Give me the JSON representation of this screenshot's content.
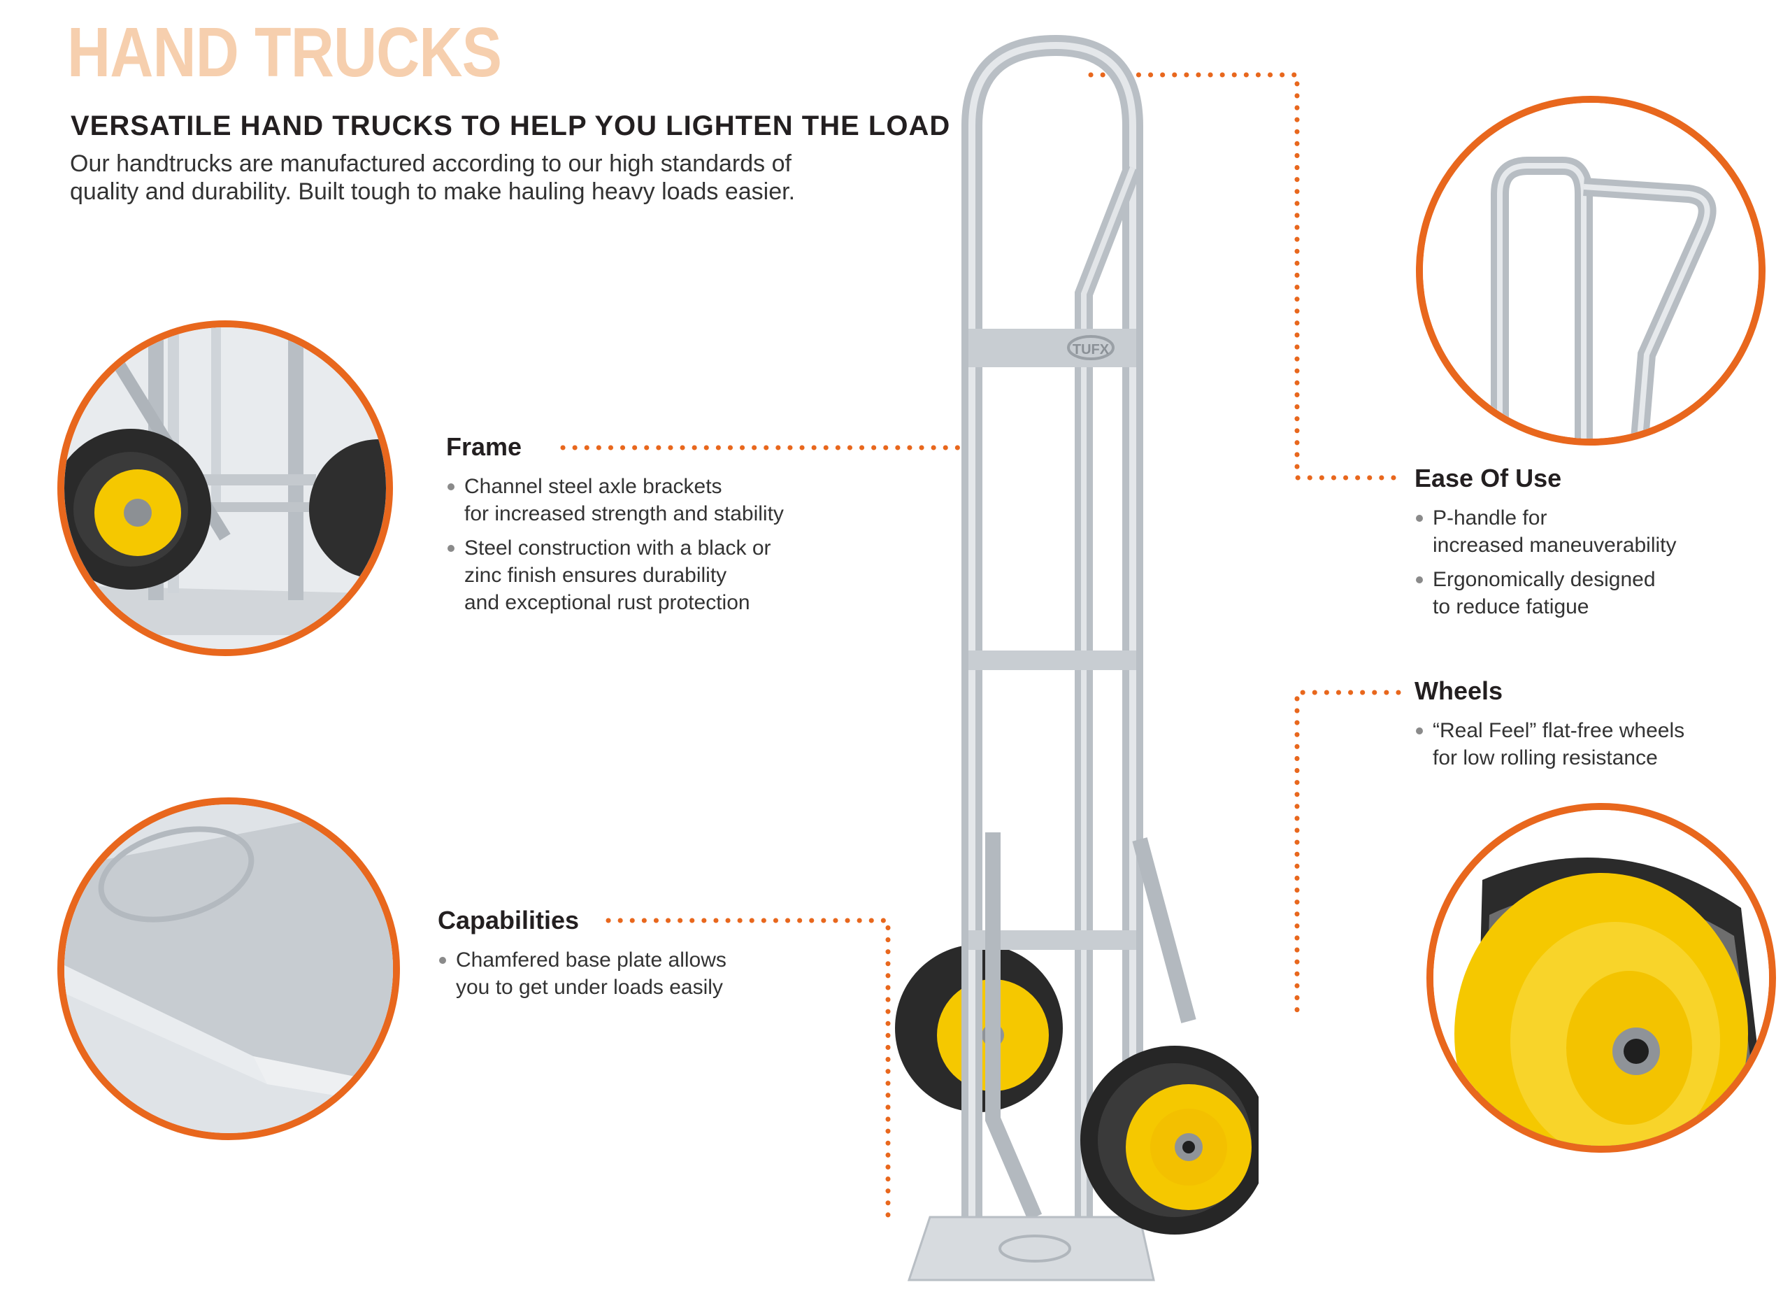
{
  "header": {
    "title": "HAND TRUCKS",
    "title_color": "#f6cfae",
    "subtitle": "VERSATILE HAND TRUCKS TO HELP YOU LIGHTEN THE LOAD",
    "intro_line1": "Our handtrucks are manufactured according to our high standards of",
    "intro_line2": "quality and durability. Built tough to make hauling heavy loads easier."
  },
  "colors": {
    "accent": "#e8671d",
    "wheel_yellow": "#f5c800",
    "steel": "#c9ced3"
  },
  "sections": {
    "frame": {
      "title": "Frame",
      "bullets": [
        "Channel steel axle brackets\nfor increased strength and stability",
        "Steel construction with a black or\nzinc finish ensures durability\nand exceptional rust protection"
      ]
    },
    "capabilities": {
      "title": "Capabilities",
      "bullets": [
        "Chamfered base plate allows\nyou to get under loads easily"
      ]
    },
    "ease_of_use": {
      "title": "Ease Of Use",
      "bullets": [
        "P-handle for\nincreased maneuverability",
        "Ergonomically designed\nto reduce fatigue"
      ]
    },
    "wheels": {
      "title": "Wheels",
      "bullets": [
        "“Real Feel” flat-free wheels\nfor low rolling resistance"
      ]
    }
  },
  "product": {
    "brand_mark": "TUFX"
  },
  "icons": [
    "frame-detail-image",
    "baseplate-detail-image",
    "handle-detail-image",
    "wheel-detail-image",
    "hand-truck-image"
  ]
}
